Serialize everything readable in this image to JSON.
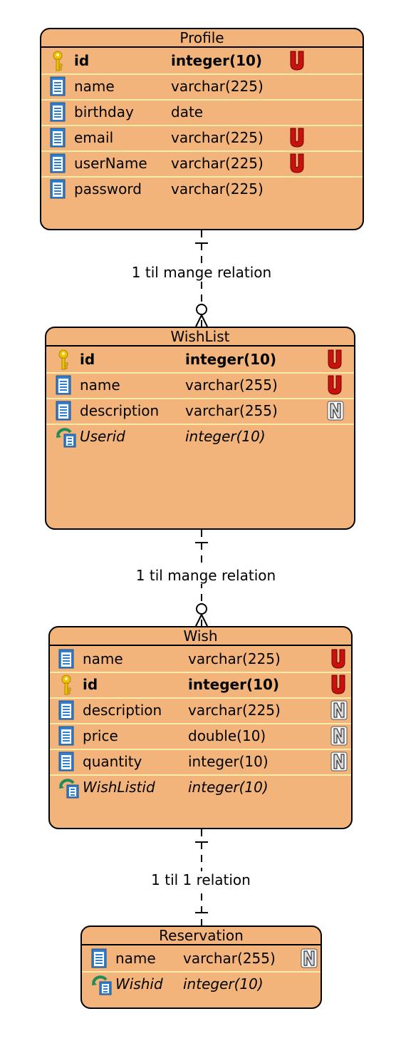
{
  "entities": {
    "profile": {
      "name": "Profile",
      "columns": [
        {
          "name": "id",
          "type": "integer(10)",
          "icon": "primary-key-icon",
          "badge": "U"
        },
        {
          "name": "name",
          "type": "varchar(225)",
          "icon": "column-icon",
          "badge": ""
        },
        {
          "name": "birthday",
          "type": "date",
          "icon": "column-icon",
          "badge": ""
        },
        {
          "name": "email",
          "type": "varchar(225)",
          "icon": "column-icon",
          "badge": "U"
        },
        {
          "name": "userName",
          "type": "varchar(225)",
          "icon": "column-icon",
          "badge": "U"
        },
        {
          "name": "password",
          "type": "varchar(225)",
          "icon": "column-icon",
          "badge": ""
        }
      ]
    },
    "wishlist": {
      "name": "WishList",
      "columns": [
        {
          "name": "id",
          "type": "integer(10)",
          "icon": "primary-key-icon",
          "badge": "U"
        },
        {
          "name": "name",
          "type": "varchar(255)",
          "icon": "column-icon",
          "badge": "U"
        },
        {
          "name": "description",
          "type": "varchar(255)",
          "icon": "column-icon",
          "badge": "N"
        },
        {
          "name": "Userid",
          "type": "integer(10)",
          "icon": "foreign-key-icon",
          "badge": ""
        }
      ]
    },
    "wish": {
      "name": "Wish",
      "columns": [
        {
          "name": "name",
          "type": "varchar(225)",
          "icon": "column-icon",
          "badge": "U"
        },
        {
          "name": "id",
          "type": "integer(10)",
          "icon": "primary-key-icon",
          "badge": "U"
        },
        {
          "name": "description",
          "type": "varchar(225)",
          "icon": "column-icon",
          "badge": "N"
        },
        {
          "name": "price",
          "type": "double(10)",
          "icon": "column-icon",
          "badge": "N"
        },
        {
          "name": "quantity",
          "type": "integer(10)",
          "icon": "column-icon",
          "badge": "N"
        },
        {
          "name": "WishListid",
          "type": "integer(10)",
          "icon": "foreign-key-icon",
          "badge": ""
        }
      ]
    },
    "reservation": {
      "name": "Reservation",
      "columns": [
        {
          "name": "name",
          "type": "varchar(255)",
          "icon": "column-icon",
          "badge": "N"
        },
        {
          "name": "Wishid",
          "type": "integer(10)",
          "icon": "foreign-key-icon",
          "badge": ""
        }
      ]
    }
  },
  "relations": [
    {
      "label": "1 til mange relation",
      "from": "Profile",
      "to": "WishList",
      "cardinality": "one-to-many"
    },
    {
      "label": "1 til mange relation",
      "from": "WishList",
      "to": "Wish",
      "cardinality": "one-to-many"
    },
    {
      "label": "1 til 1 relation",
      "from": "Wish",
      "to": "Reservation",
      "cardinality": "one-to-one"
    }
  ],
  "colors": {
    "entity_fill": "#f3b47b",
    "row_separator": "#f6ecaa",
    "unique_badge": "#c8120c",
    "nullable_badge": "#d9d9d9",
    "column_icon": "#2f7fd0",
    "key_icon": "#f2c200"
  }
}
